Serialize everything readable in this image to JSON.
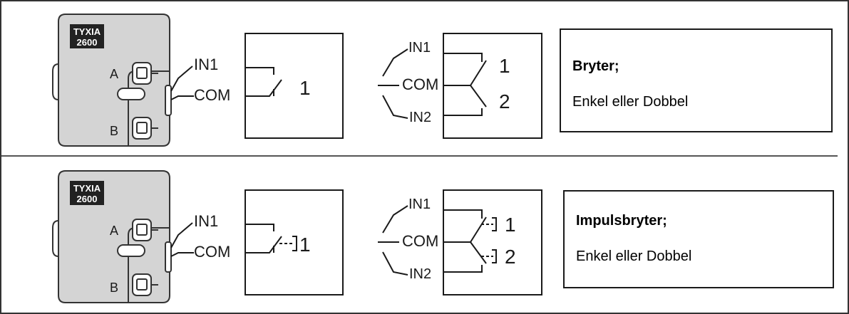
{
  "rows": [
    {
      "device": {
        "brand": "TYXIA",
        "model": "2600",
        "label_a": "A",
        "label_b": "B"
      },
      "single": {
        "in_label": "IN1",
        "com_label": "COM",
        "contact_label": "1"
      },
      "double": {
        "in1_label": "IN1",
        "com_label": "COM",
        "in2_label": "IN2",
        "contact1_label": "1",
        "contact2_label": "2"
      },
      "note": {
        "title": "Bryter;",
        "body": "Enkel eller Dobbel"
      },
      "type": "switch"
    },
    {
      "device": {
        "brand": "TYXIA",
        "model": "2600",
        "label_a": "A",
        "label_b": "B"
      },
      "single": {
        "in_label": "IN1",
        "com_label": "COM",
        "contact_label": "1"
      },
      "double": {
        "in1_label": "IN1",
        "com_label": "COM",
        "in2_label": "IN2",
        "contact1_label": "1",
        "contact2_label": "2"
      },
      "note": {
        "title": "Impulsbryter;",
        "body": "Enkel eller Dobbel"
      },
      "type": "pushbutton"
    }
  ],
  "colors": {
    "device_body": "#d4d4d4",
    "line": "#1a1a1a",
    "label_bg": "#222222"
  }
}
